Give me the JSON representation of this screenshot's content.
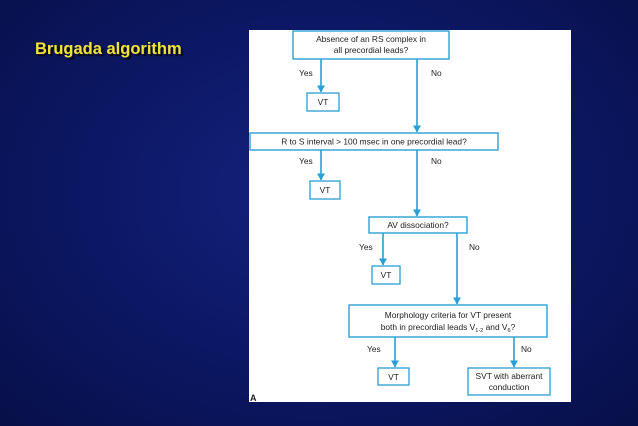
{
  "title": "Brugada algorithm",
  "panel_label": "A",
  "colors": {
    "background": "#0b1660",
    "title": "#f2e23a",
    "arrow": "#2a9fd6",
    "box_border": "#2a9fd6"
  },
  "flowchart": {
    "q1": {
      "line1": "Absence of an RS complex in",
      "line2": "all precordial leads?"
    },
    "q2": {
      "text": "R to S interval > 100 msec in one precordial lead?"
    },
    "q3": {
      "text": "AV dissociation?"
    },
    "q4": {
      "line1": "Morphology criteria for VT present",
      "line2_prefix": "both in precordial leads V",
      "line2_sub1": "1-2",
      "line2_mid": " and V",
      "line2_sub2": "6",
      "line2_suffix": "?"
    },
    "yes": "Yes",
    "no": "No",
    "vt": "VT",
    "svt": {
      "line1": "SVT with aberrant",
      "line2": "conduction"
    }
  }
}
